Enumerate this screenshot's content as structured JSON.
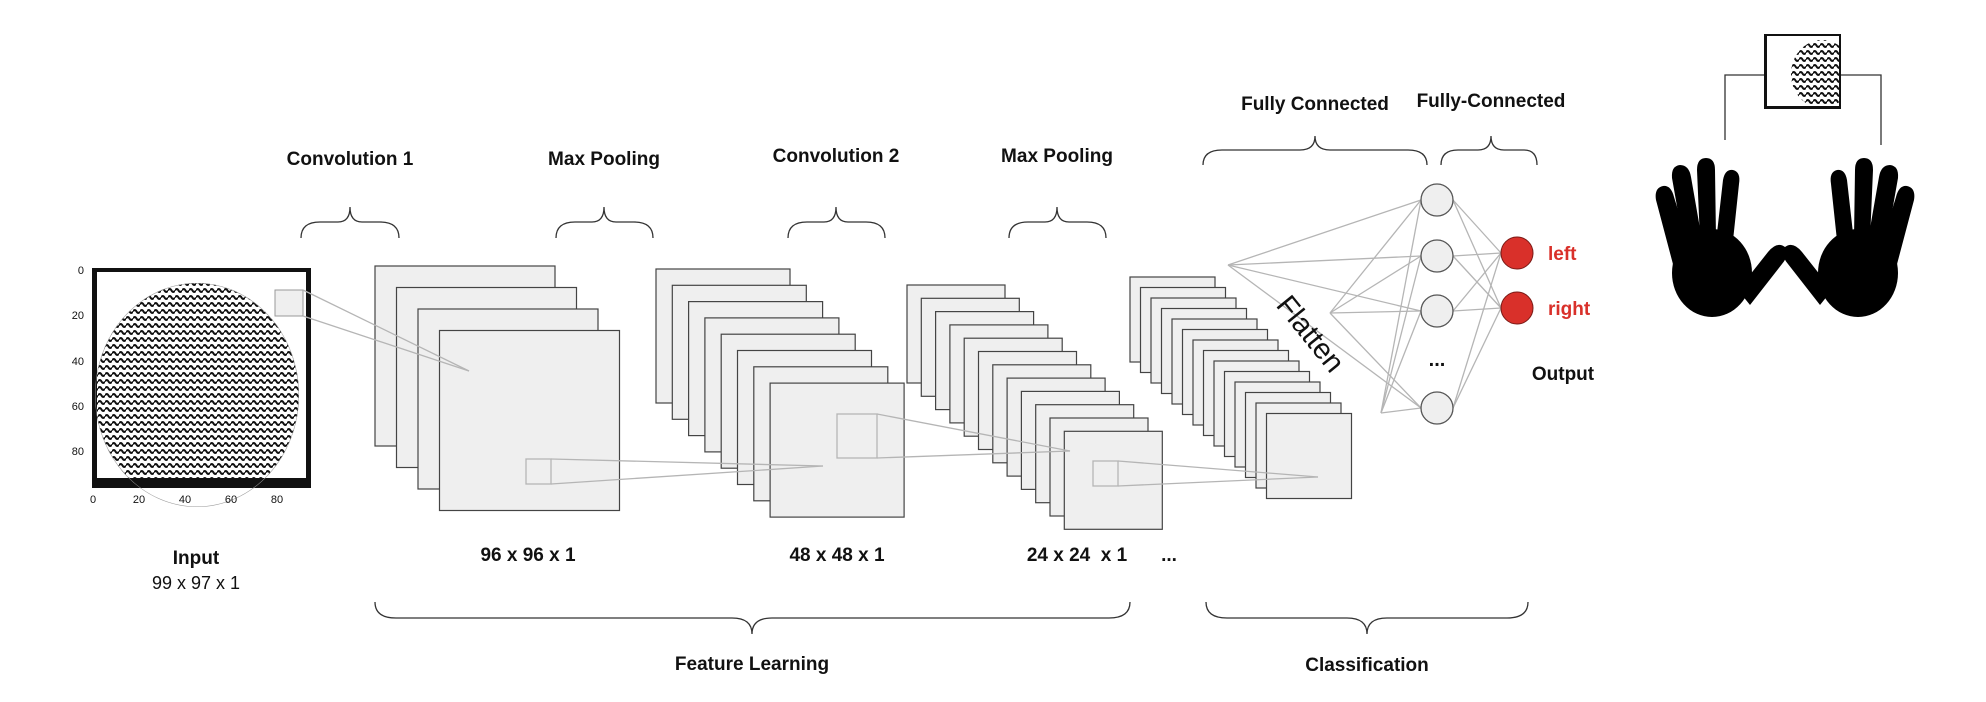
{
  "layers": {
    "conv1": "Convolution 1",
    "pool1": "Max Pooling",
    "conv2": "Convolution 2",
    "pool2": "Max Pooling",
    "fc1": "Fully Connected",
    "fc2": "Fully-Connected"
  },
  "input": {
    "label": "Input",
    "dims": "99 x 97 x 1",
    "y_ticks": [
      "0",
      "20",
      "40",
      "60",
      "80"
    ],
    "x_ticks": [
      "0",
      "20",
      "40",
      "60",
      "80"
    ]
  },
  "sizes": {
    "s1": "96 x 96 x 1",
    "s2": "48 x 48 x 1",
    "s3": "24 x 24  x 1",
    "ellipsis": "..."
  },
  "flatten": "Flatten",
  "nodes_ellipsis": "...",
  "outputs": {
    "left": "left",
    "right": "right",
    "title": "Output"
  },
  "sections": {
    "feature": "Feature Learning",
    "classification": "Classification"
  },
  "colors": {
    "output_accent": "#d9302a",
    "feature_map_fill": "#efefef",
    "connector": "#b5b5b5"
  },
  "icons": [
    "fingerprint-thumbnail",
    "left-hand-icon",
    "right-hand-icon"
  ]
}
